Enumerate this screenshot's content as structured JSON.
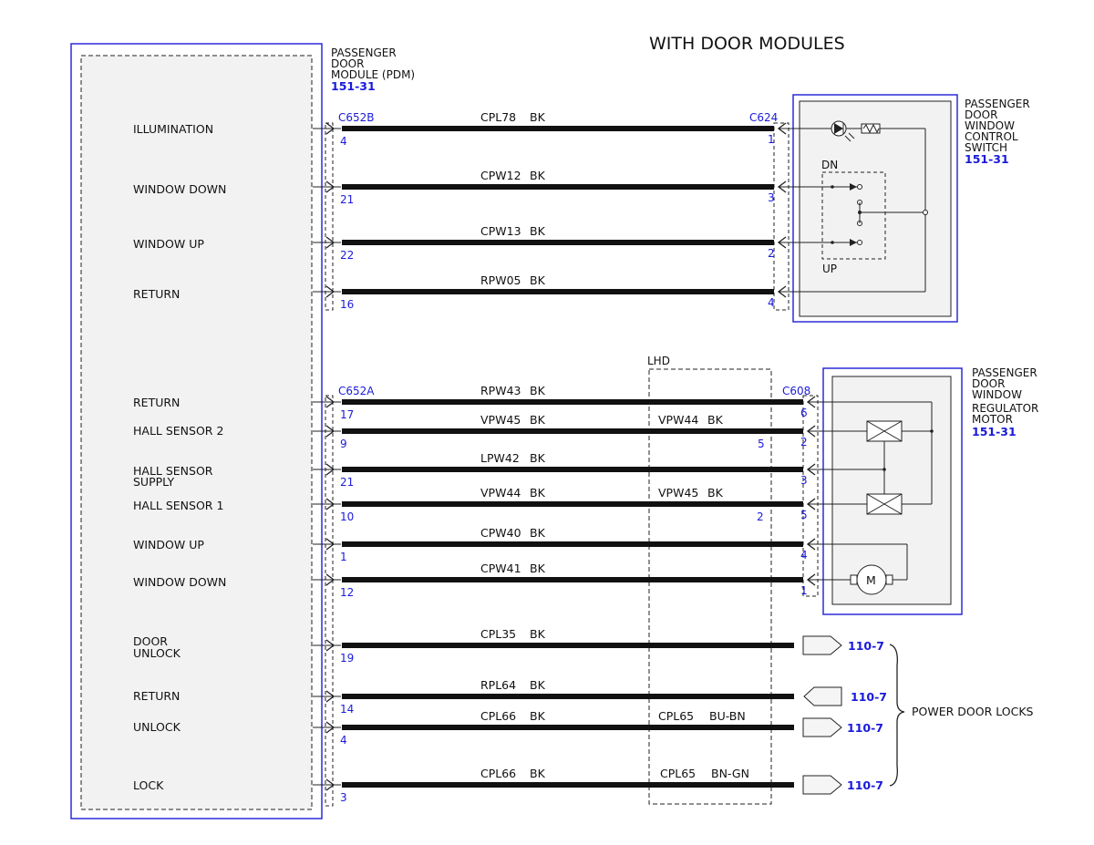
{
  "title": "WITH DOOR MODULES",
  "pdm": {
    "name_lines": [
      "PASSENGER",
      "DOOR",
      "MODULE (PDM)"
    ],
    "ref": "151-31"
  },
  "switch": {
    "name_lines": [
      "PASSENGER",
      "DOOR",
      "WINDOW",
      "CONTROL",
      "SWITCH"
    ],
    "ref": "151-31",
    "dn": "DN",
    "up": "UP"
  },
  "motor": {
    "name_lines": [
      "PASSENGER",
      "DOOR",
      "WINDOW",
      "REGULATOR",
      "MOTOR"
    ],
    "ref": "151-31",
    "symbol": "M"
  },
  "lhd": "LHD",
  "connectors": {
    "c652b": "C652B",
    "c624": "C624",
    "c652a": "C652A",
    "c608": "C608"
  },
  "rows": [
    {
      "label": [
        "ILLUMINATION"
      ],
      "pin": "4",
      "circuit": "CPL78",
      "color": "BK",
      "endpin": "1"
    },
    {
      "label": [
        "WINDOW DOWN"
      ],
      "pin": "21",
      "circuit": "CPW12",
      "color": "BK",
      "endpin": "3"
    },
    {
      "label": [
        "WINDOW UP"
      ],
      "pin": "22",
      "circuit": "CPW13",
      "color": "BK",
      "endpin": "2"
    },
    {
      "label": [
        "RETURN"
      ],
      "pin": "16",
      "circuit": "RPW05",
      "color": "BK",
      "endpin": "4"
    },
    {
      "label": [
        "RETURN"
      ],
      "pin": "17",
      "circuit": "RPW43",
      "color": "BK",
      "endpin": "6"
    },
    {
      "label": [
        "HALL SENSOR 2"
      ],
      "pin": "9",
      "circuit": "VPW45",
      "color": "BK",
      "lhd_circuit": "VPW44",
      "lhd_color": "BK",
      "lhd_pin": "5",
      "endpin": "2"
    },
    {
      "label": [
        "HALL SENSOR",
        "SUPPLY"
      ],
      "pin": "21",
      "circuit": "LPW42",
      "color": "BK",
      "endpin": "3"
    },
    {
      "label": [
        "HALL SENSOR 1"
      ],
      "pin": "10",
      "circuit": "VPW44",
      "color": "BK",
      "lhd_circuit": "VPW45",
      "lhd_color": "BK",
      "lhd_pin": "2",
      "endpin": "5"
    },
    {
      "label": [
        "WINDOW UP"
      ],
      "pin": "1",
      "circuit": "CPW40",
      "color": "BK",
      "endpin": "4"
    },
    {
      "label": [
        "WINDOW DOWN"
      ],
      "pin": "12",
      "circuit": "CPW41",
      "color": "BK",
      "endpin": "1"
    },
    {
      "label": [
        "DOOR",
        "UNLOCK"
      ],
      "pin": "19",
      "circuit": "CPL35",
      "color": "BK",
      "ref": "110-7"
    },
    {
      "label": [
        "RETURN"
      ],
      "pin": "14",
      "circuit": "RPL64",
      "color": "BK",
      "ref": "110-7"
    },
    {
      "label": [
        "UNLOCK"
      ],
      "pin": "4",
      "circuit": "CPL66",
      "color": "BK",
      "lhd_circuit": "CPL65",
      "lhd_color": "BU-BN",
      "ref": "110-7"
    },
    {
      "label": [
        "LOCK"
      ],
      "pin": "3",
      "circuit": "CPL66",
      "color": "BK",
      "lhd_circuit": "CPL65",
      "lhd_color": "BN-GN",
      "ref": "110-7"
    }
  ],
  "power_door_locks": "POWER DOOR LOCKS"
}
